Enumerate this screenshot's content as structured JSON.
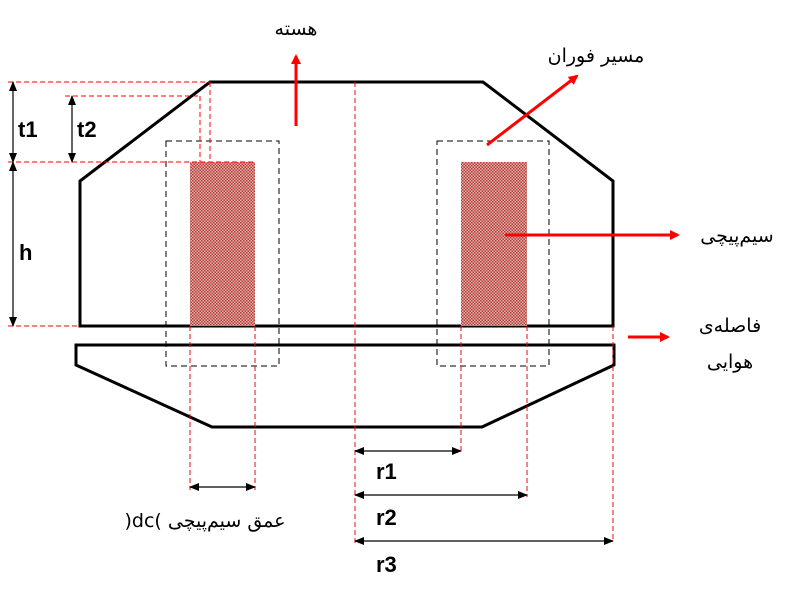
{
  "labels": {
    "core": "هسته",
    "flux_path": "مسیر فوران",
    "winding": "سیم‌پیچی",
    "air_gap_line1": "فاصله‌ی",
    "air_gap_line2": "هوایی",
    "winding_depth": "عمق سیم‌پیچی )dc(",
    "t1": "t1",
    "t2": "t2",
    "h": "h",
    "r1": "r1",
    "r2": "r2",
    "r3": "r3"
  },
  "colors": {
    "outline": "#000000",
    "arrow": "#ff0000",
    "guide": "#ff0000",
    "winding_fill": "#c8504a"
  }
}
